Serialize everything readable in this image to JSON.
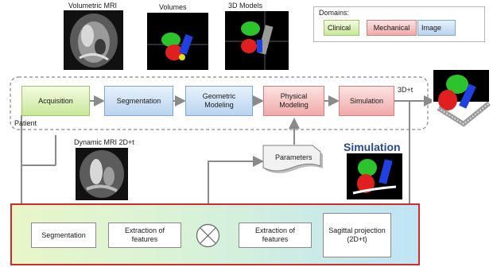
{
  "thumbnails": {
    "volumetric_mri_label": "Volumetric MRI",
    "volumes_label": "Volumes",
    "models_3d_label": "3D Models",
    "dynamic_mri_label": "Dynamic MRI 2D+t",
    "simulation_label": "Simulation"
  },
  "legend": {
    "title": "Domains:",
    "clinical": "Clinical",
    "mechanical": "Mechanical",
    "image": "Image",
    "colors": {
      "clinical": "#c9e79a",
      "mechanical": "#f0a9a9",
      "image": "#b9d4ef"
    }
  },
  "patient_pipeline": {
    "region_label": "Patient",
    "output_label": "3D+t",
    "steps": {
      "acquisition": "Acquisition",
      "segmentation": "Segmentation",
      "geometric_modeling": "Geometric\nModeling",
      "physical_modeling": "Physical\nModeling",
      "simulation": "Simulation"
    }
  },
  "parameters": {
    "label": "Parameters"
  },
  "bottom_loop": {
    "segmentation": "Segmentation",
    "extraction_left": "Extraction of\nfeatures",
    "extraction_right": "Extraction of\nfeatures",
    "sagittal_projection": "Sagittal projection\n(2D+t)",
    "comparator_icon": "comparator-cross-icon"
  }
}
